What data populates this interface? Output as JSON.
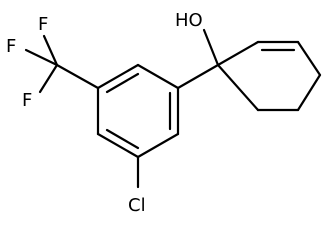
{
  "molecule": {
    "atom_labels": {
      "hydroxyl": "HO",
      "chlorine": "Cl",
      "fluorine_top": "F",
      "fluorine_left": "F",
      "fluorine_bottom": "F"
    },
    "colors": {
      "bond": "#000000",
      "label": "#000000",
      "background": "#ffffff"
    }
  }
}
